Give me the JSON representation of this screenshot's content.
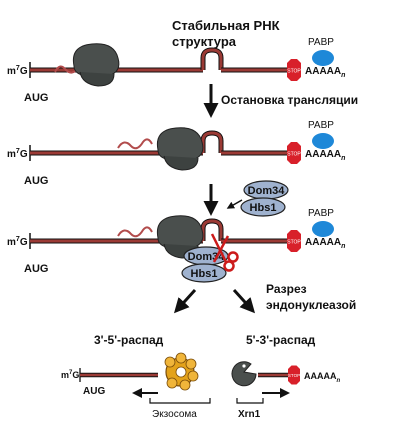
{
  "title": "Стабильная РНК\nструктура",
  "steps": {
    "stall": "Остановка трансляции",
    "cleave": "Разрез\nэндонуклеазой",
    "decay_35": "3'-5'-распад",
    "decay_53": "5'-3'-распад"
  },
  "labels": {
    "cap_m": "m",
    "cap_sup": "7",
    "cap_g": "G",
    "aug": "AUG",
    "pabp": "PABP",
    "stop": "STOP",
    "polya": "AAAAA",
    "polya_sub": "n",
    "dom34": "Dom34",
    "hbs1": "Hbs1",
    "exosome": "Экзосома",
    "xrn1": "Xrn1"
  },
  "colors": {
    "mrna": "#9b3a35",
    "ribosome": "#4a4f4d",
    "stop_sign": "#d8202a",
    "pabp": "#1e88d8",
    "factor": "#9fb2cf",
    "exosome": "#e3a21a",
    "scissors": "#cc1b1b"
  },
  "icons": [
    "ribosome-icon",
    "stop-sign-icon",
    "pabp-icon",
    "scissors-icon",
    "exosome-icon",
    "xrn1-icon",
    "arrow-icon"
  ]
}
